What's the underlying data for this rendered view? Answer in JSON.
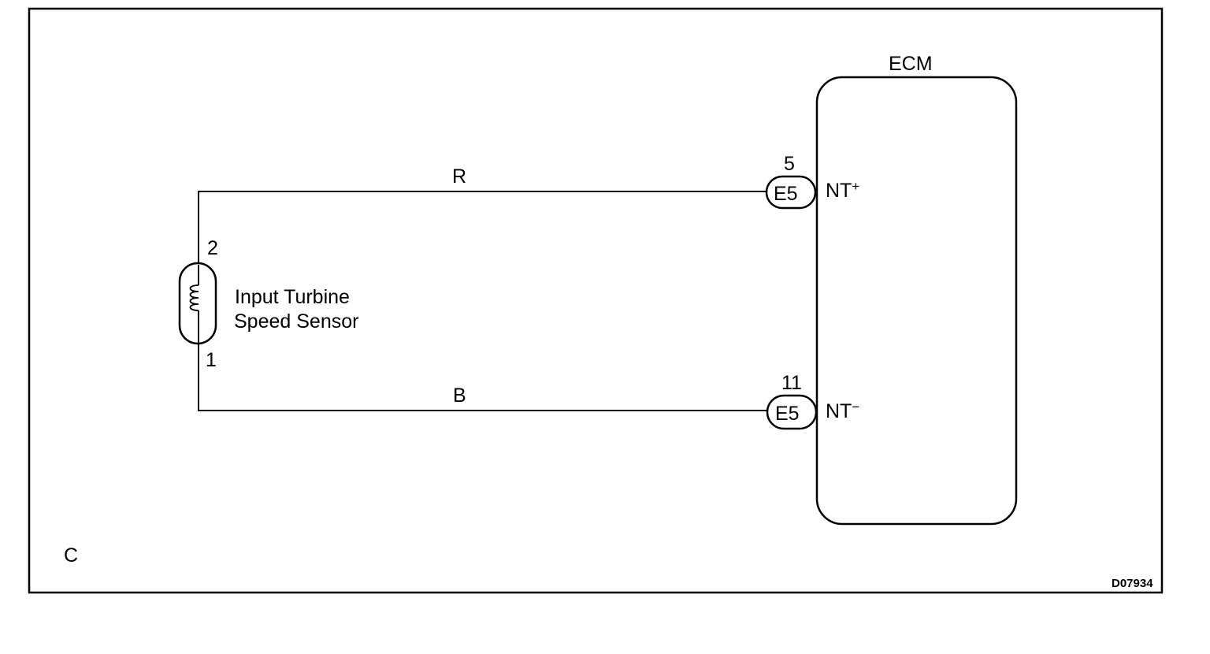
{
  "ecm": {
    "title": "ECM",
    "pins": [
      {
        "number": "5",
        "connector": "E5",
        "signal": "NT",
        "polarity": "+"
      },
      {
        "number": "11",
        "connector": "E5",
        "signal": "NT",
        "polarity": "−"
      }
    ]
  },
  "sensor": {
    "name_line1": "Input Turbine",
    "name_line2": "Speed Sensor",
    "pin_top": "2",
    "pin_bottom": "1"
  },
  "wires": {
    "top_color": "R",
    "bottom_color": "B"
  },
  "corner_letter": "C",
  "figure_code": "D07934"
}
